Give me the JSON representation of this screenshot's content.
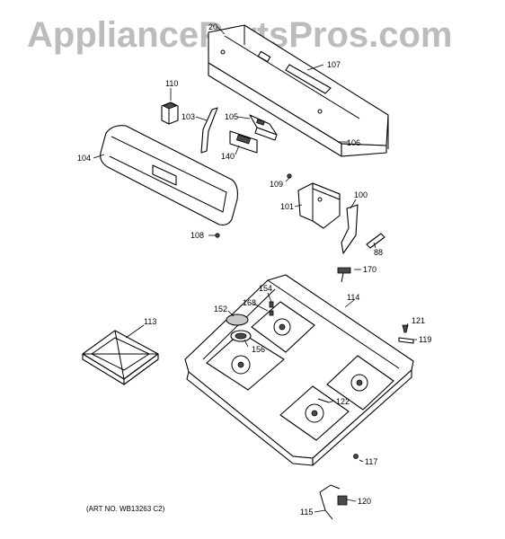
{
  "watermark": "AppliancePartsPros.com",
  "art_number": "(ART NO. WB13263 C2)",
  "callouts": [
    {
      "id": "20",
      "label": "20"
    },
    {
      "id": "107",
      "label": "107"
    },
    {
      "id": "110",
      "label": "110"
    },
    {
      "id": "103",
      "label": "103"
    },
    {
      "id": "105",
      "label": "105"
    },
    {
      "id": "104",
      "label": "104"
    },
    {
      "id": "140",
      "label": "140"
    },
    {
      "id": "106",
      "label": "106"
    },
    {
      "id": "109",
      "label": "109"
    },
    {
      "id": "100",
      "label": "100"
    },
    {
      "id": "101",
      "label": "101"
    },
    {
      "id": "108",
      "label": "108"
    },
    {
      "id": "88",
      "label": "88"
    },
    {
      "id": "170",
      "label": "170"
    },
    {
      "id": "114",
      "label": "114"
    },
    {
      "id": "154",
      "label": "154"
    },
    {
      "id": "168",
      "label": "168"
    },
    {
      "id": "152",
      "label": "152"
    },
    {
      "id": "113",
      "label": "113"
    },
    {
      "id": "156",
      "label": "156"
    },
    {
      "id": "121",
      "label": "121"
    },
    {
      "id": "119",
      "label": "119"
    },
    {
      "id": "122",
      "label": "122"
    },
    {
      "id": "117",
      "label": "117"
    },
    {
      "id": "120",
      "label": "120"
    },
    {
      "id": "115",
      "label": "115"
    }
  ]
}
